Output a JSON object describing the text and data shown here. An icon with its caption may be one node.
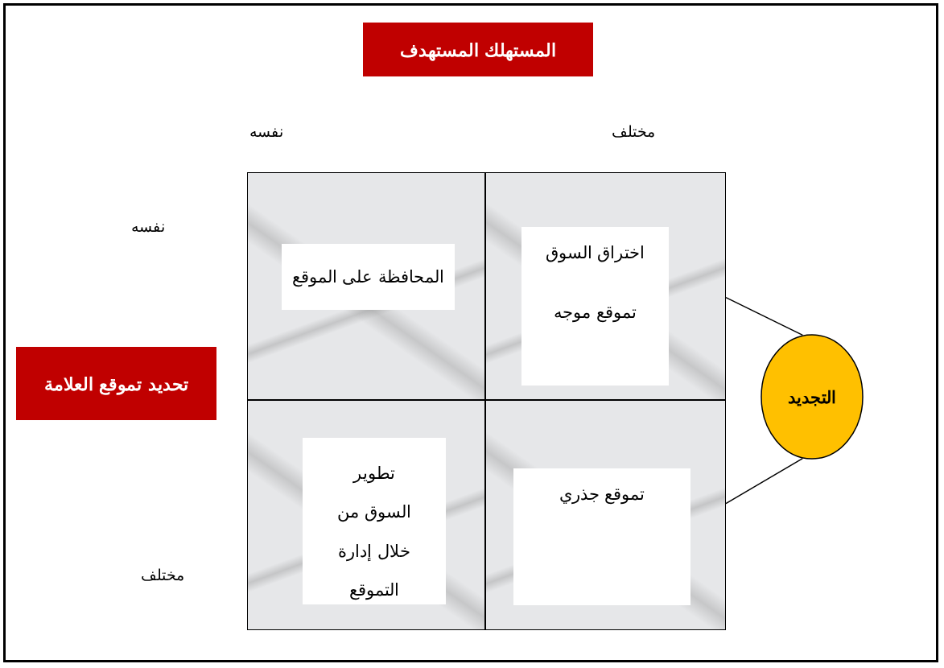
{
  "diagram": {
    "nodes": [
      {
        "text": [
          "المستهلك المستهدف"
        ]
      },
      {
        "text": [
          "تحديد تموقع العلامة"
        ]
      },
      {
        "text": [],
        "shape": "box"
      },
      {
        "text": [
          "المحافظة على الموقع"
        ],
        "in": 2
      },
      {
        "text": [],
        "shape": "box"
      },
      {
        "text": [
          "اختراق السوق",
          "تموقع موجه"
        ],
        "in": 4
      },
      {
        "text": [],
        "shape": "box"
      },
      {
        "text": [
          "تطوير السوق من خلال إدارة التموقع"
        ],
        "in": 6
      },
      {
        "text": [],
        "shape": "box"
      },
      {
        "text": [
          "تموقع جذري"
        ],
        "in": 8
      },
      {
        "text": [
          "التجديد"
        ]
      }
    ],
    "edges": [
      {
        "from": 10,
        "to": 4,
        "arrow": "none"
      },
      {
        "from": 10,
        "to": 8,
        "arrow": "none"
      }
    ],
    "labels": [
      "نفسه",
      "مختلف",
      "نفسه",
      "مختلف"
    ]
  }
}
